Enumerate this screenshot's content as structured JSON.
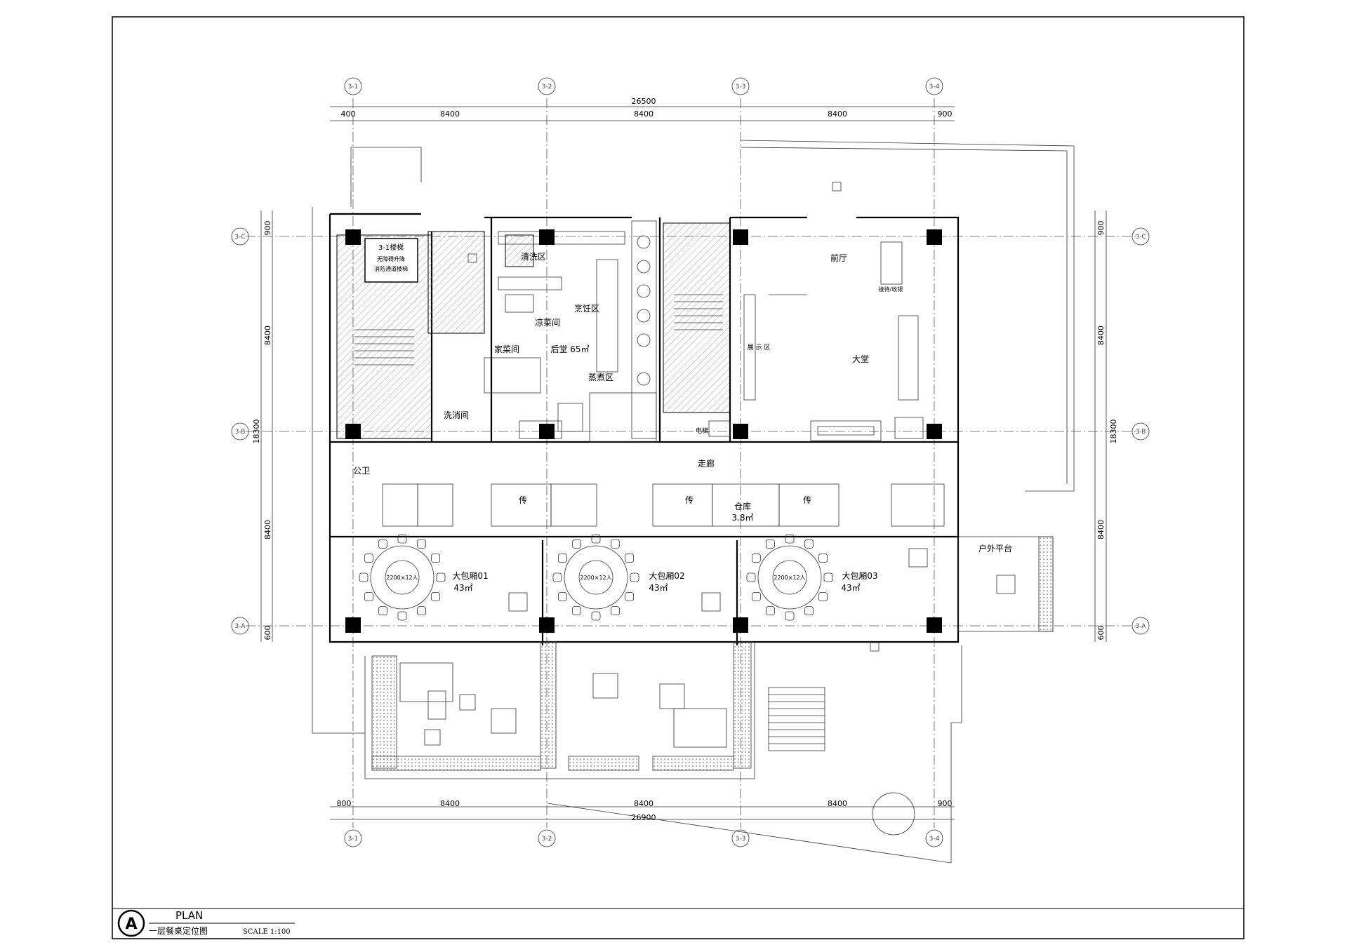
{
  "grid": {
    "vertical_top": [
      "3-1",
      "3-2",
      "3-3",
      "3-4"
    ],
    "vertical_bottom": [
      "3-1",
      "3-2",
      "3-3",
      "3-4"
    ],
    "horizontal_left": [
      "3-C",
      "3-B",
      "3-A"
    ],
    "horizontal_right": [
      "3-C",
      "3-B",
      "3-A"
    ]
  },
  "dimensions": {
    "top_total": "26500",
    "top_segments": [
      "400",
      "8400",
      "8400",
      "8400",
      "900"
    ],
    "bottom_total": "26900",
    "bottom_segments": [
      "800",
      "8400",
      "8400",
      "8400",
      "900"
    ],
    "left_total": "18300",
    "left_segments": [
      "900",
      "8400",
      "8400",
      "600"
    ],
    "right_total": "18300",
    "right_segments": [
      "900",
      "8400",
      "8400",
      "600"
    ]
  },
  "rooms": {
    "stair_sign_1": "3-1楼梯",
    "stair_sign_2": "无障碍升降",
    "stair_sign_3": "消防通道楼梯",
    "wash": "清洗区",
    "cook": "烹饪区",
    "cold": "凉菜间",
    "prep": "家菜间",
    "back_kitchen": "后堂  65㎡",
    "steam": "蒸煮区",
    "disinfect": "洗消间",
    "front_hall": "前厅",
    "reception": "接待/收银",
    "lobby": "大堂",
    "display": "展\n示\n区",
    "elevator": "电梯",
    "corridor": "走廊",
    "public_wc": "公卫",
    "pass_1": "传",
    "pass_2": "传",
    "pass_3": "传",
    "storage": "仓库",
    "storage_area": "3.8㎡",
    "room_01": "大包厢01",
    "room_01_area": "43㎡",
    "room_02": "大包厢02",
    "room_02_area": "43㎡",
    "room_03": "大包厢03",
    "room_03_area": "43㎡",
    "terrace": "户外平台",
    "table_label": "2200×12人"
  },
  "title_block": {
    "badge": "A",
    "title": "PLAN",
    "subtitle": "一层餐桌定位图",
    "scale": "SCALE  1:100"
  },
  "colors": {
    "ink": "#000000",
    "hatch": "#777777",
    "paper": "#ffffff"
  }
}
